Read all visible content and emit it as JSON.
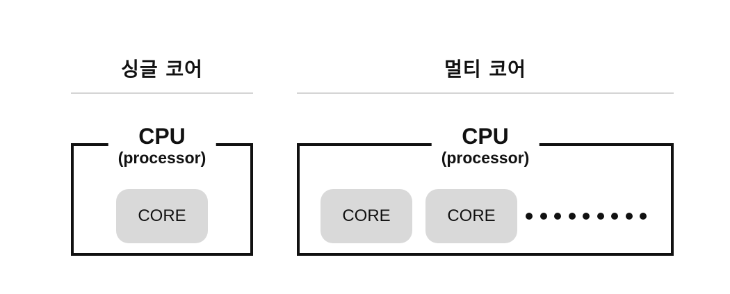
{
  "single_core": {
    "title": "싱글 코어",
    "cpu_label": "CPU",
    "cpu_sublabel": "(processor)",
    "cores": [
      "CORE"
    ]
  },
  "multi_core": {
    "title": "멀티 코어",
    "cpu_label": "CPU",
    "cpu_sublabel": "(processor)",
    "cores": [
      "CORE",
      "CORE"
    ],
    "continuation_dots": 9
  }
}
